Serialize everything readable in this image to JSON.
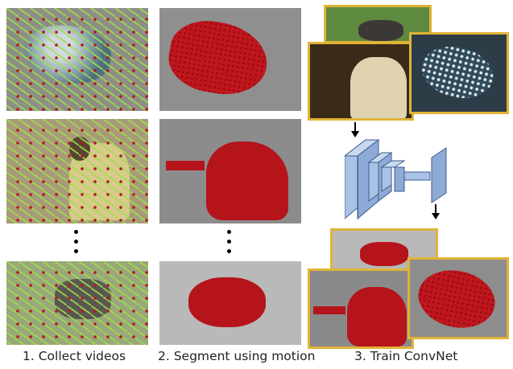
{
  "captions": {
    "step1": "1. Collect videos",
    "step2": "2. Segment using motion",
    "step3": "3. Train ConvNet"
  },
  "colors": {
    "mask_red": "#b5141b",
    "dot_red": "#b21b23",
    "flow_green": "#9be04a",
    "frame_gold": "#e0b337",
    "net_blue": "#a9c2e6"
  },
  "icons": {
    "continuation": "vertical-ellipsis",
    "flow": "down-arrow",
    "network": "convnet-diagram"
  }
}
